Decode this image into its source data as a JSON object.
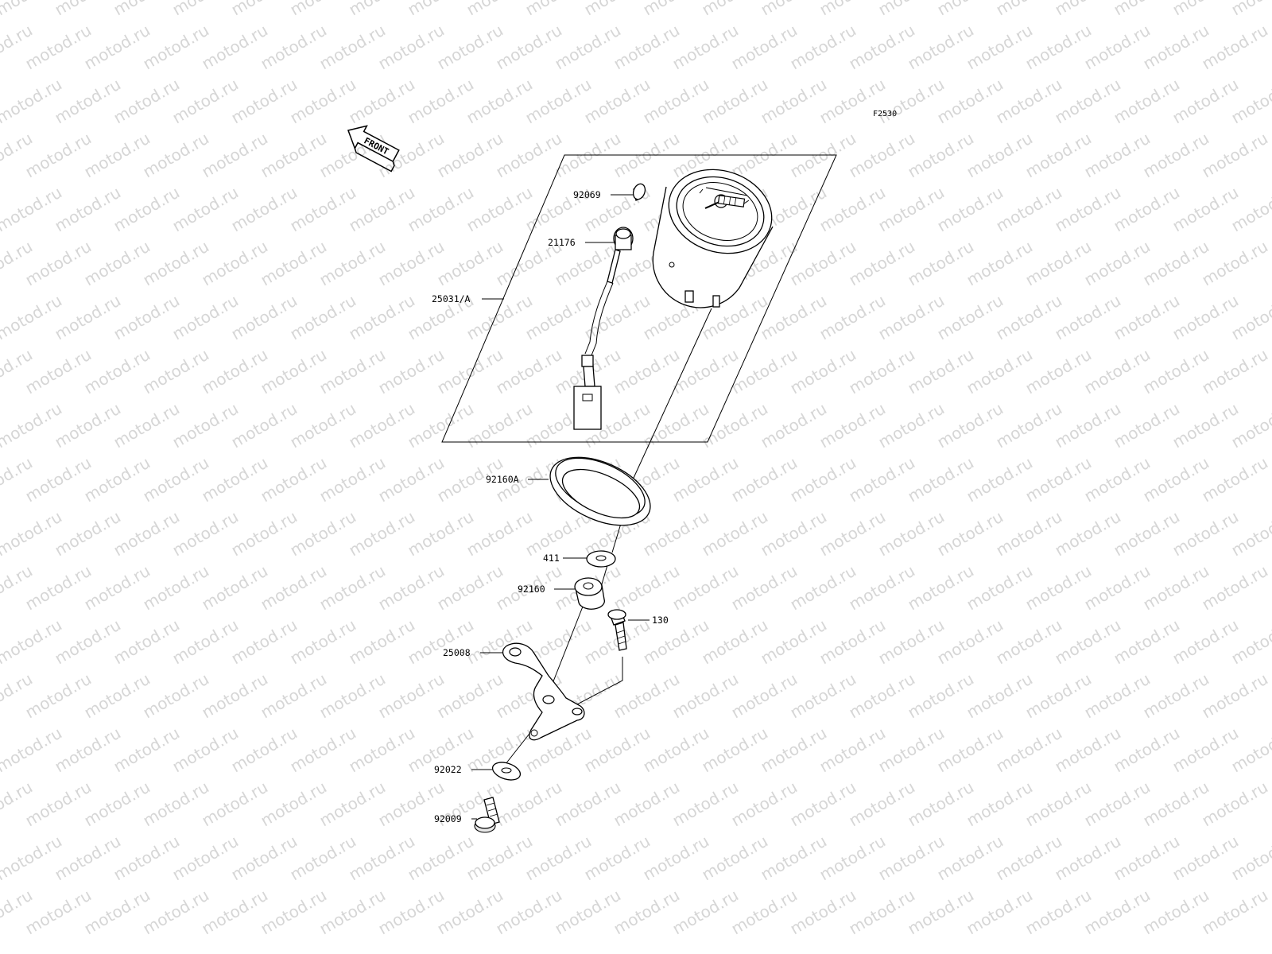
{
  "diagram_code": "F2530",
  "front_arrow_label": "FRONT",
  "watermark_text": "motod.ru",
  "colors": {
    "background": "#ffffff",
    "line": "#000000",
    "watermark": "#d6d6d6"
  },
  "parts": {
    "p92069": "92069",
    "p21176": "21176",
    "p25031": "25031/A",
    "p92160A": "92160A",
    "p411": "411",
    "p92160": "92160",
    "p130": "130",
    "p25008": "25008",
    "p92022": "92022",
    "p92009": "92009"
  }
}
